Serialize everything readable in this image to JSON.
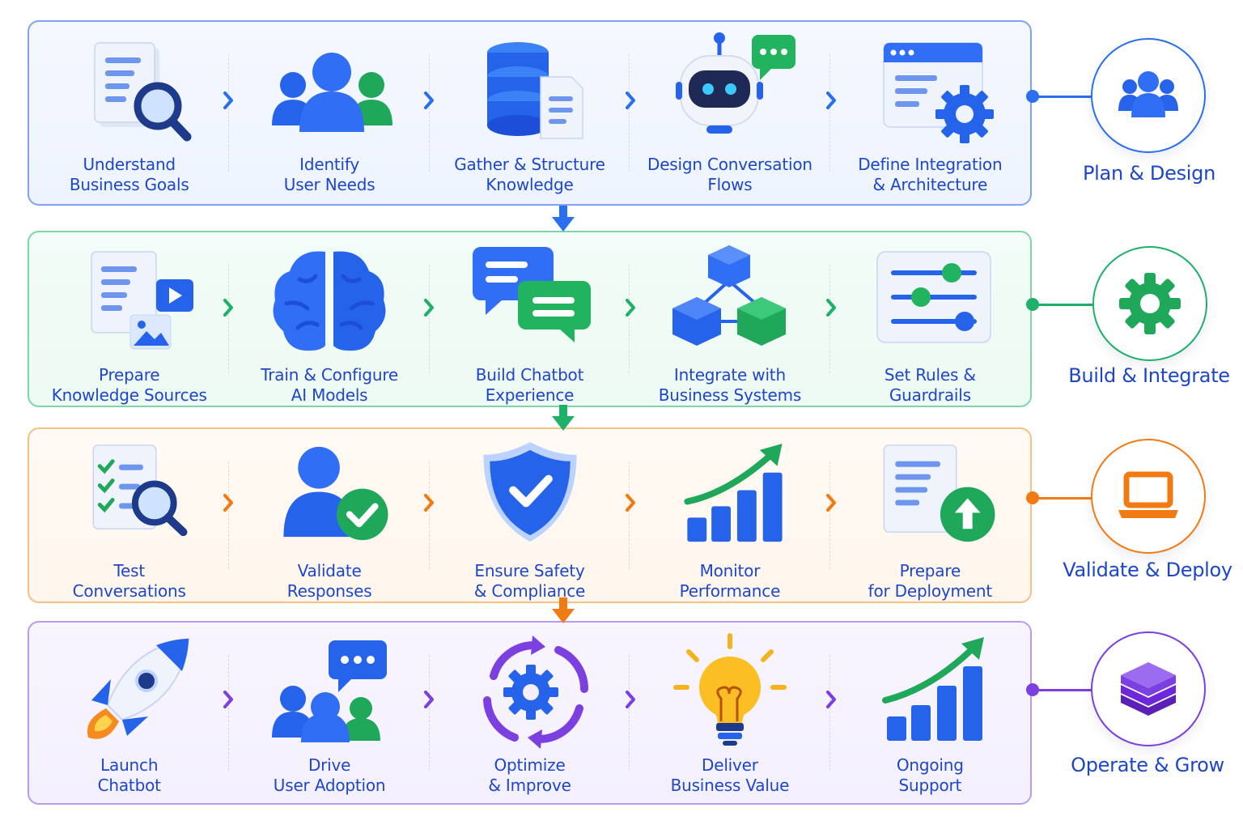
{
  "rows": [
    {
      "phase": "Plan & Design",
      "color": "#2a6ff0",
      "steps": [
        {
          "label": "Understand\nBusiness Goals",
          "icon": "document-search-icon"
        },
        {
          "label": "Identify\nUser Needs",
          "icon": "users-icon"
        },
        {
          "label": "Gather & Structure\nKnowledge",
          "icon": "database-document-icon"
        },
        {
          "label": "Design Conversation\nFlows",
          "icon": "robot-chat-icon"
        },
        {
          "label": "Define Integration\n& Architecture",
          "icon": "browser-gear-icon"
        }
      ]
    },
    {
      "phase": "Build & Integrate",
      "color": "#1fb06a",
      "steps": [
        {
          "label": "Prepare\nKnowledge Sources",
          "icon": "document-media-icon"
        },
        {
          "label": "Train & Configure\nAI Models",
          "icon": "brain-icon"
        },
        {
          "label": "Build Chatbot\nExperience",
          "icon": "chat-bubbles-icon"
        },
        {
          "label": "Integrate with\nBusiness Systems",
          "icon": "cubes-network-icon"
        },
        {
          "label": "Set Rules &\nGuardrails",
          "icon": "sliders-icon"
        }
      ]
    },
    {
      "phase": "Validate & Deploy",
      "color": "#f27a12",
      "steps": [
        {
          "label": "Test\nConversations",
          "icon": "checklist-search-icon"
        },
        {
          "label": "Validate\nResponses",
          "icon": "user-check-icon"
        },
        {
          "label": "Ensure Safety\n& Compliance",
          "icon": "shield-check-icon"
        },
        {
          "label": "Monitor\nPerformance",
          "icon": "growth-chart-icon"
        },
        {
          "label": "Prepare\nfor Deployment",
          "icon": "document-upload-icon"
        }
      ]
    },
    {
      "phase": "Operate & Grow",
      "color": "#7c3fe0",
      "steps": [
        {
          "label": "Launch\nChatbot",
          "icon": "rocket-icon"
        },
        {
          "label": "Drive\nUser Adoption",
          "icon": "group-chat-icon"
        },
        {
          "label": "Optimize\n& Improve",
          "icon": "gear-cycle-icon"
        },
        {
          "label": "Deliver\nBusiness Value",
          "icon": "lightbulb-icon"
        },
        {
          "label": "Ongoing\nSupport",
          "icon": "growth-chart-icon"
        }
      ]
    }
  ]
}
